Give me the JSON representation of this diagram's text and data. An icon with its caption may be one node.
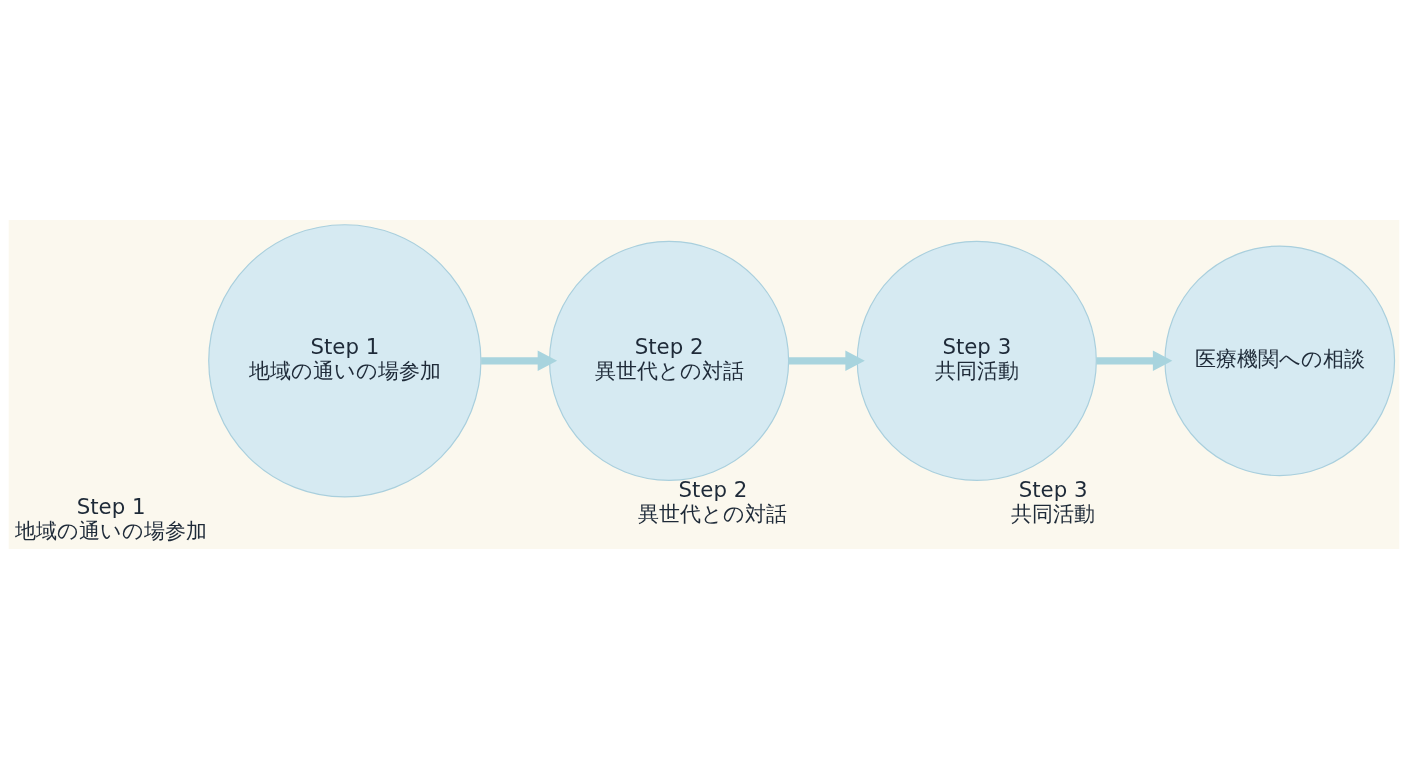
{
  "diagram": {
    "nodes": [
      {
        "text": [
          "Step 1",
          "地域の通いの場参加"
        ],
        "beside": [
          "Step 1",
          "地域の通いの場参加"
        ]
      },
      {
        "text": [
          "Step 2",
          "異世代との対話"
        ],
        "beside": [
          "Step 2",
          "異世代との対話"
        ]
      },
      {
        "text": [
          "Step 3",
          "共同活動"
        ],
        "beside": [
          "Step 3",
          "共同活動"
        ]
      },
      {
        "text": [
          "医療機関への相談"
        ]
      }
    ],
    "edges": [
      {
        "from": 0,
        "to": 1,
        "arrow": "to"
      },
      {
        "from": 1,
        "to": 2,
        "arrow": "to"
      },
      {
        "from": 2,
        "to": 3,
        "arrow": "to"
      }
    ]
  }
}
